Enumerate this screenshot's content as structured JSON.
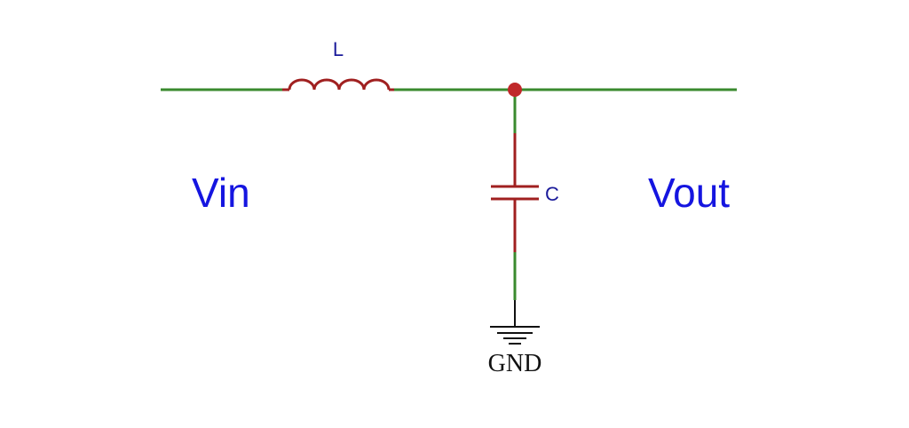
{
  "schematic": {
    "inductor_label": "L",
    "capacitor_label": "C",
    "input_label": "Vin",
    "output_label": "Vout",
    "ground_label": "GND"
  },
  "colors": {
    "wire": "#3a8a2e",
    "component": "#a02020",
    "node": "#c0282a",
    "ground": "#111111",
    "component_label": "#1a1a9a",
    "port_label": "#1515e0",
    "ground_label": "#111111"
  }
}
